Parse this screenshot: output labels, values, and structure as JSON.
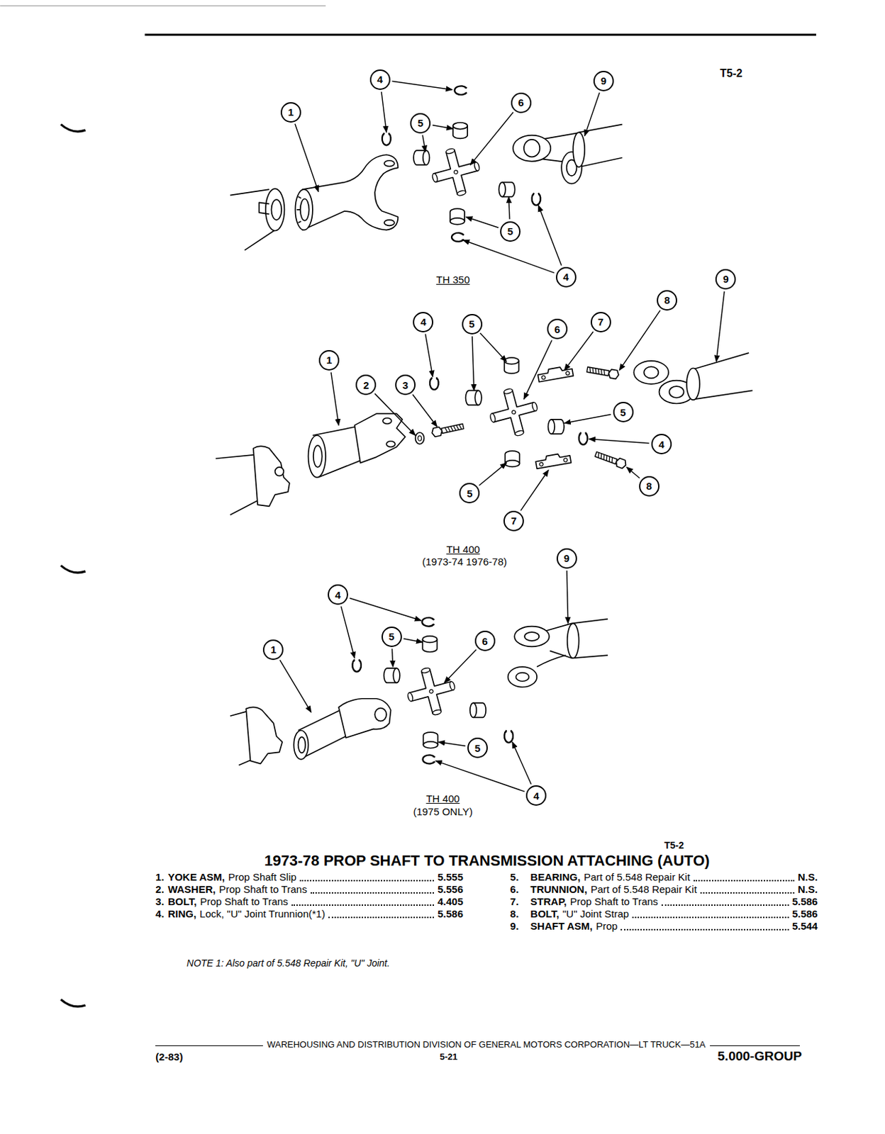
{
  "diagram": {
    "title": "1973-78 PROP SHAFT TO TRANSMISSION ATTACHING (AUTO)",
    "nodes": [
      {
        "text": [
          "4"
        ]
      },
      {
        "text": [
          "9"
        ]
      },
      {
        "text": [
          "6"
        ]
      },
      {
        "text": [
          "1"
        ]
      },
      {
        "text": [
          "5"
        ]
      },
      {
        "text": [
          "5"
        ]
      },
      {
        "text": [
          "4"
        ]
      },
      {
        "text": [
          "9"
        ]
      },
      {
        "text": [
          "8"
        ]
      },
      {
        "text": [
          "4"
        ]
      },
      {
        "text": [
          "5"
        ]
      },
      {
        "text": [
          "7"
        ]
      },
      {
        "text": [
          "6"
        ]
      },
      {
        "text": [
          "1"
        ]
      },
      {
        "text": [
          "2"
        ]
      },
      {
        "text": [
          "3"
        ]
      },
      {
        "text": [
          "5"
        ]
      },
      {
        "text": [
          "4"
        ]
      },
      {
        "text": [
          "8"
        ]
      },
      {
        "text": [
          "5"
        ]
      },
      {
        "text": [
          "7"
        ]
      },
      {
        "text": [
          "9"
        ]
      },
      {
        "text": [
          "4"
        ]
      },
      {
        "text": [
          "5"
        ]
      },
      {
        "text": [
          "6"
        ]
      },
      {
        "text": [
          "1"
        ]
      },
      {
        "text": [
          "5"
        ]
      },
      {
        "text": [
          "4"
        ]
      }
    ],
    "labels": [
      "T5-2",
      "TH 350",
      "TH 400",
      "(1973-74 1976-78)",
      "TH 400",
      "(1975 ONLY)",
      "T5-2",
      "1.",
      "YOKE ASM,",
      "Prop Shaft Slip",
      "5.555",
      "2.",
      "WASHER,",
      "Prop Shaft to Trans",
      "5.556",
      "3.",
      "BOLT,",
      "Prop Shaft to Trans",
      "4.405",
      "4.",
      "RING,",
      "Lock, \"U\" Joint Trunnion(*1)",
      "5.586",
      "5.",
      "BEARING,",
      "Part of 5.548 Repair Kit",
      "N.S.",
      "6.",
      "TRUNNION,",
      "Part of 5.548 Repair Kit",
      "N.S.",
      "7.",
      "STRAP,",
      "Prop Shaft to Trans",
      "5.586",
      "8.",
      "BOLT,",
      "\"U\" Joint Strap",
      "5.586",
      "9.",
      "SHAFT ASM,",
      "Prop",
      "5.544",
      "NOTE 1: Also part of 5.548 Repair Kit, \"U\" Joint.",
      "WAREHOUSING AND DISTRIBUTION DIVISION OF GENERAL MOTORS CORPORATION—LT TRUCK—51A",
      "(2-83)",
      "5-21",
      "5.000-GROUP"
    ]
  }
}
